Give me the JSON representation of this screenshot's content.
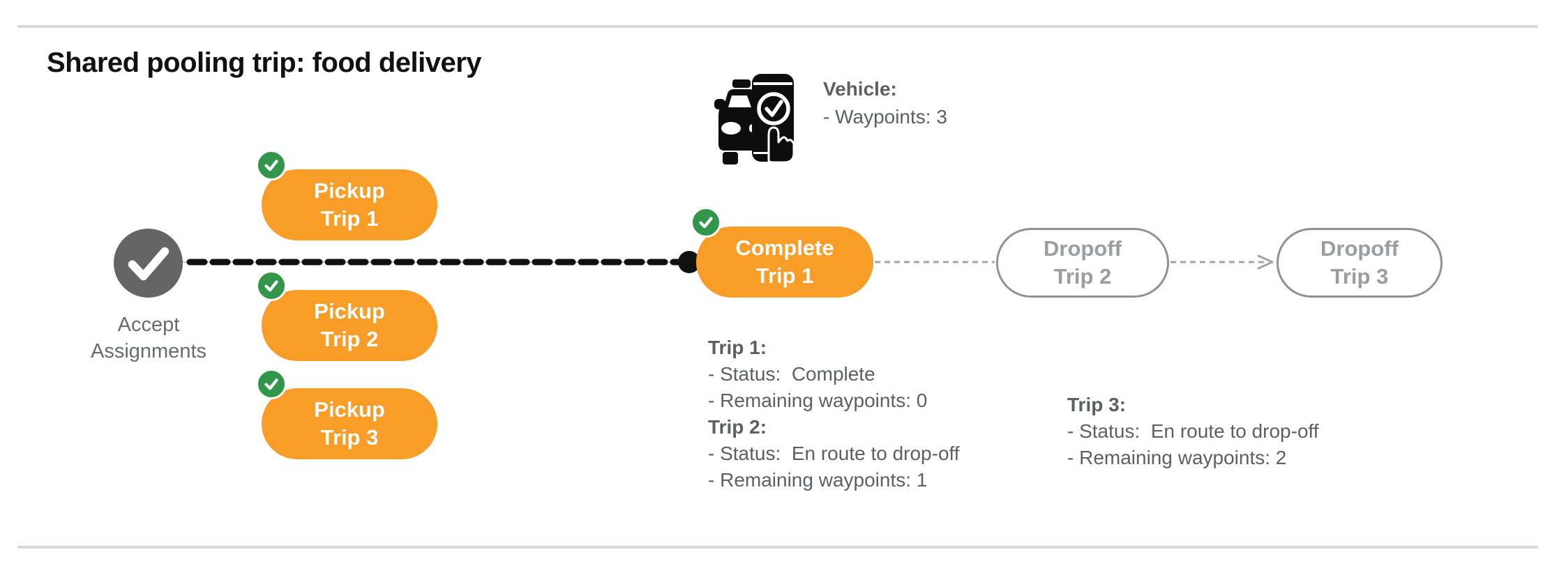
{
  "title": "Shared pooling trip: food delivery",
  "vehicle": {
    "title": "Vehicle:",
    "lines": [
      "- Waypoints: 3"
    ],
    "icon": "car-phone-check-icon"
  },
  "diagram": {
    "start": {
      "label": "Accept\nAssignments",
      "icon": "check-icon"
    },
    "nodes": [
      {
        "id": "pickup-trip-1",
        "label": "Pickup\nTrip 1",
        "state": "done",
        "badge": "check-icon"
      },
      {
        "id": "pickup-trip-2",
        "label": "Pickup\nTrip 2",
        "state": "done",
        "badge": "check-icon"
      },
      {
        "id": "pickup-trip-3",
        "label": "Pickup\nTrip 3",
        "state": "done",
        "badge": "check-icon"
      },
      {
        "id": "complete-trip-1",
        "label": "Complete\nTrip 1",
        "state": "done",
        "badge": "check-icon"
      },
      {
        "id": "dropoff-trip-2",
        "label": "Dropoff\nTrip 2",
        "state": "pending",
        "badge": null
      },
      {
        "id": "dropoff-trip-3",
        "label": "Dropoff\nTrip 3",
        "state": "pending",
        "badge": null
      }
    ]
  },
  "details_left": {
    "sections": [
      {
        "title": "Trip 1:",
        "lines": [
          "- Status:  Complete",
          "- Remaining waypoints: 0"
        ]
      },
      {
        "title": "Trip 2:",
        "lines": [
          "- Status:  En route to drop-off",
          "- Remaining waypoints: 1"
        ]
      }
    ]
  },
  "details_right": {
    "sections": [
      {
        "title": "Trip 3:",
        "lines": [
          "- Status:  En route to drop-off",
          "- Remaining waypoints: 2"
        ]
      }
    ]
  },
  "colors": {
    "accent_orange": "#f79d28",
    "badge_green": "#31964a",
    "start_gray": "#656565",
    "pending_border": "#919191",
    "pending_text": "#9b9da0",
    "body_text": "#5d5f62",
    "divider": "#d9d9d9",
    "connector_black": "#111111",
    "connector_gray": "#a3a3a3"
  }
}
